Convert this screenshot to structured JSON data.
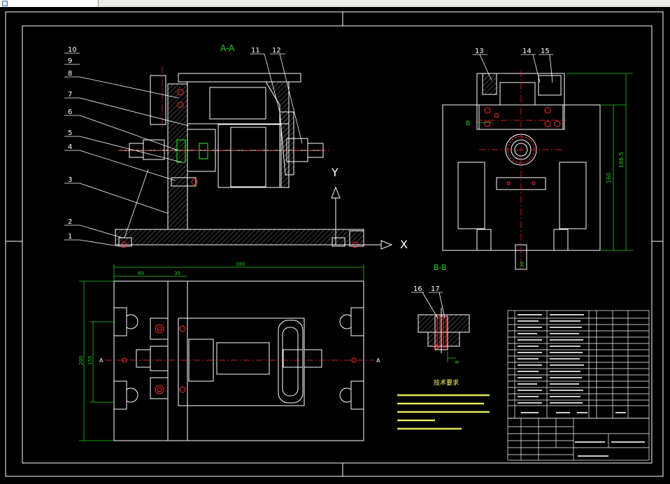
{
  "window": {
    "title": ""
  },
  "sheet": {
    "section_aa": "A-A",
    "section_bb": "B-B",
    "view_label_b": "B",
    "view_label_a_left": "A",
    "view_label_a_right": "A",
    "axis_x": "X",
    "axis_y": "Y",
    "tech_title": "技术要求",
    "dim_overall": "380",
    "dim_80": "80",
    "dim_35": "35",
    "dim_width": "200",
    "dim_inner": "155",
    "dim_height": "160",
    "dim_height2": "166.5",
    "dim_bb": "8",
    "dim_bottom": "30"
  },
  "balloons": [
    "1",
    "2",
    "3",
    "4",
    "5",
    "6",
    "7",
    "8",
    "9",
    "10",
    "11",
    "12",
    "13",
    "14",
    "15",
    "16",
    "17"
  ],
  "colors": {
    "background": "#000000",
    "outline": "#ffffff",
    "centerline": "#ff3030",
    "dimension": "#00d000",
    "hatch": "#e0e0e0",
    "highlight": "#ffff66",
    "section": "#20d020"
  }
}
